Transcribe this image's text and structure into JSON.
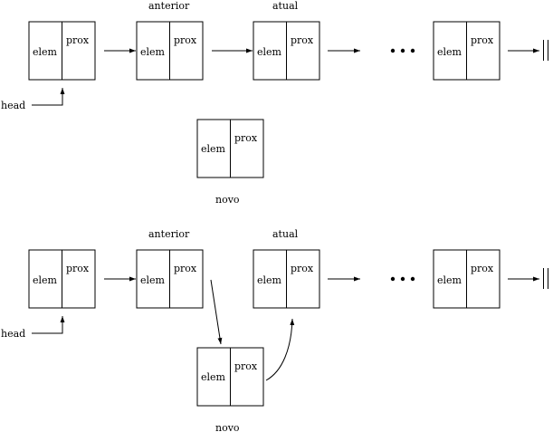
{
  "labels": {
    "elem": "elem",
    "prox": "prox",
    "head": "head",
    "anterior": "anterior",
    "atual": "atual",
    "novo": "novo"
  },
  "panels": [
    {
      "id": "before",
      "nodes": [
        "first",
        "anterior",
        "atual",
        "last"
      ],
      "novo_linked": false
    },
    {
      "id": "after",
      "nodes": [
        "first",
        "anterior",
        "atual",
        "last"
      ],
      "novo_linked": true
    }
  ]
}
